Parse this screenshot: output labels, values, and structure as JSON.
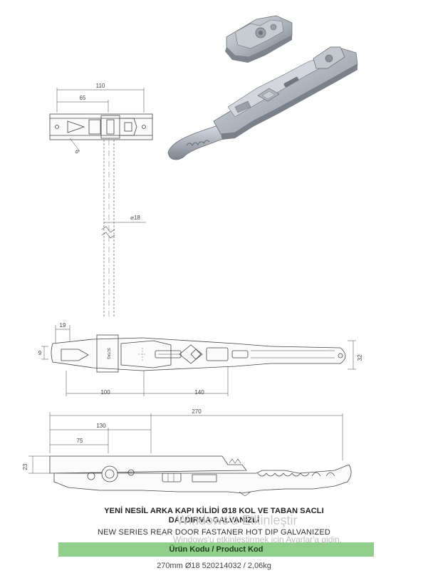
{
  "dimensions": {
    "d110": "110",
    "d65": "65",
    "d6": "6",
    "d18": "⌀18",
    "d19": "19",
    "d9": "9",
    "d32": "32",
    "d100": "100",
    "d140": "140",
    "d270": "270",
    "d130": "130",
    "d75": "75",
    "d23": "23"
  },
  "title_tr_line1": "YENİ NESİL ARKA KAPI KİLİDİ Ø18 KOL VE TABAN SACLI",
  "title_tr_line2": "DALDIRMA GALVANİZLİ",
  "title_en": "NEW SERIES REAR DOOR FASTANER HOT DIP GALVANIZED",
  "code_header": "Ürün Kodu / Product Kod",
  "product_line": "270mm Ø18 520214032 / 2,06kg",
  "watermark_line1": "Windows'u Etkinleştir",
  "watermark_line2": "Windows'u etkinleştirmek için Ayarlar'a gidin.",
  "colors": {
    "code_bar": "#8fcf8a",
    "line": "#444444",
    "metal": "#b9bec6"
  }
}
